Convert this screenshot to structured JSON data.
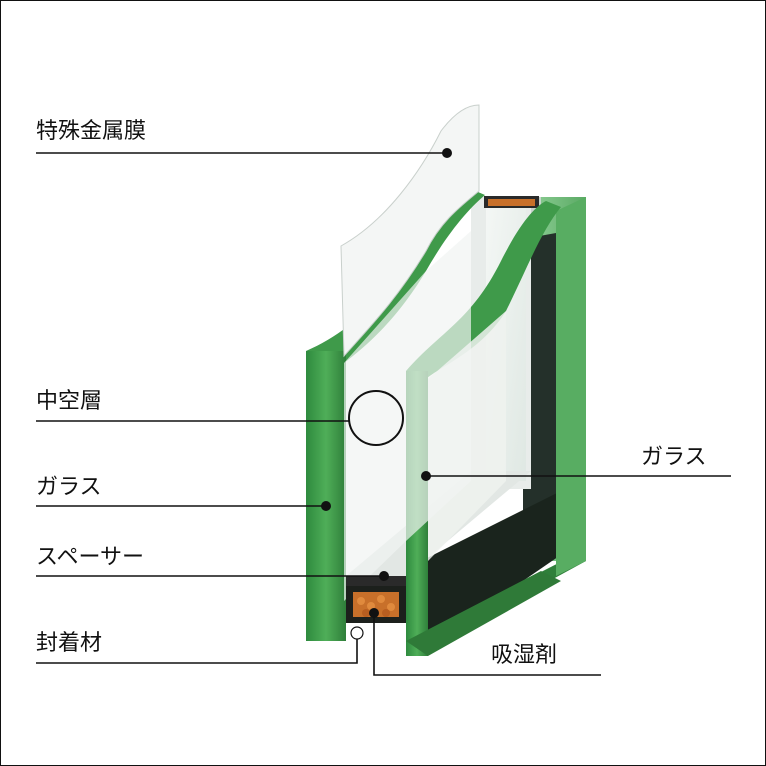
{
  "labels": {
    "metal_film": "特殊金属膜",
    "air_layer": "中空層",
    "glass_left": "ガラス",
    "spacer": "スペーサー",
    "sealant": "封着材",
    "glass_right": "ガラス",
    "desiccant": "吸湿剤"
  },
  "colors": {
    "glass_green": "#3f9a4a",
    "glass_dark": "#2f7a38",
    "spacer_dark": "#1c201c",
    "desiccant_orange": "#c8702a",
    "line": "#111111"
  }
}
